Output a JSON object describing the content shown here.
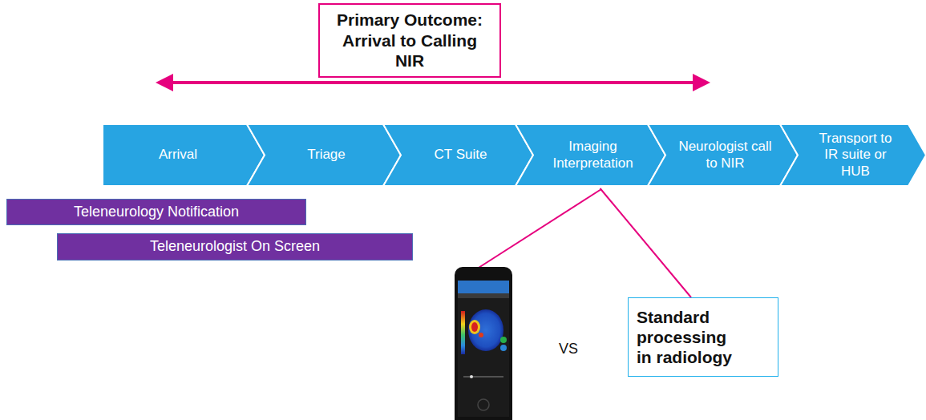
{
  "diagram": {
    "nodes": [
      {
        "text": [
          "Primary Outcome: Arrival to Calling NIR"
        ]
      },
      {
        "text": [
          "Arrival"
        ]
      },
      {
        "text": [
          "Triage"
        ]
      },
      {
        "text": [
          "CT Suite"
        ]
      },
      {
        "text": [
          "Imaging Interpretation"
        ]
      },
      {
        "text": [
          "Neurologist call to NIR"
        ]
      },
      {
        "text": [
          "Transport to IR suite or HUB"
        ]
      },
      {
        "text": [
          "Teleneurology Notification"
        ]
      },
      {
        "text": [
          "Teleneurologist On Screen"
        ]
      },
      {
        "text": [
          "Standard processing in radiology"
        ]
      }
    ],
    "edges": [
      {
        "from": 4,
        "to": 9,
        "arrow": "none"
      }
    ],
    "labels": [
      "VS"
    ]
  }
}
